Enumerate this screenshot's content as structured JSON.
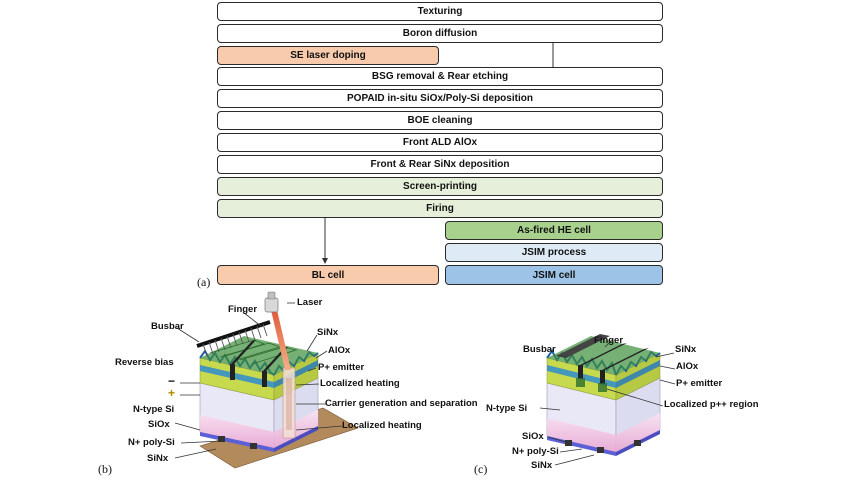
{
  "flow": {
    "steps": [
      {
        "id": "texturing",
        "label": "Texturing"
      },
      {
        "id": "boron",
        "label": "Boron diffusion"
      },
      {
        "id": "se",
        "label": "SE laser doping"
      },
      {
        "id": "bsg",
        "label": "BSG removal & Rear etching"
      },
      {
        "id": "popaid",
        "label": "POPAID in-situ SiOx/Poly-Si deposition"
      },
      {
        "id": "boe",
        "label": "BOE cleaning"
      },
      {
        "id": "ald",
        "label": "Front ALD AlOx"
      },
      {
        "id": "sinx",
        "label": "Front & Rear SiNx deposition"
      },
      {
        "id": "screen",
        "label": "Screen-printing"
      },
      {
        "id": "firing",
        "label": "Firing"
      }
    ],
    "asfired": "As-fired HE cell",
    "jsim_process": "JSIM process",
    "bl_cell": "BL cell",
    "jsim_cell": "JSIM cell"
  },
  "panels": {
    "a": "(a)",
    "b": "(b)",
    "c": "(c)"
  },
  "diagram_b": {
    "laser": "Laser",
    "finger": "Finger",
    "busbar": "Busbar",
    "sinx_top": "SiNx",
    "alox": "AlOx",
    "p_emitter": "P+ emitter",
    "localized_heating_top": "Localized heating",
    "reverse_bias": "Reverse bias",
    "minus": "−",
    "plus": "+",
    "ntype": "N-type Si",
    "carrier": "Carrier generation and separation",
    "siox": "SiOx",
    "npoly": "N+ poly-Si",
    "localized_heating_bottom": "Localized heating",
    "sinx_bottom": "SiNx"
  },
  "diagram_c": {
    "busbar": "Busbar",
    "finger": "Finger",
    "sinx_top": "SiNx",
    "alox": "AlOx",
    "p_emitter": "P+ emitter",
    "ntype": "N-type Si",
    "localized_region": "Localized p++ region",
    "siox": "SiOx",
    "npoly": "N+ poly-Si",
    "sinx_bottom": "SiNx"
  }
}
